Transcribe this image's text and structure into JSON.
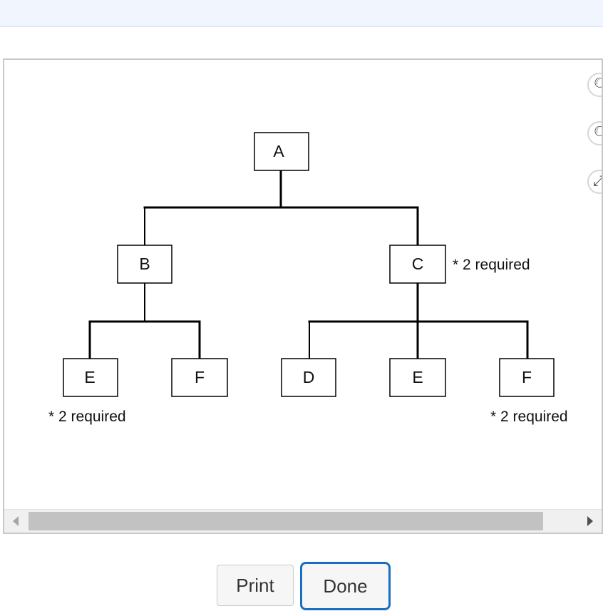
{
  "diagram": {
    "nodes": {
      "a": "A",
      "b": "B",
      "c": "C",
      "e1": "E",
      "f1": "F",
      "d": "D",
      "e2": "E",
      "f2": "F"
    },
    "annotations": {
      "c_required": "* 2 required",
      "e_required": "* 2 required",
      "f_required": "* 2 required"
    }
  },
  "buttons": {
    "print": "Print",
    "done": "Done"
  },
  "colors": {
    "accent": "#1a6ec0",
    "header_bg": "#f1f5fd"
  }
}
